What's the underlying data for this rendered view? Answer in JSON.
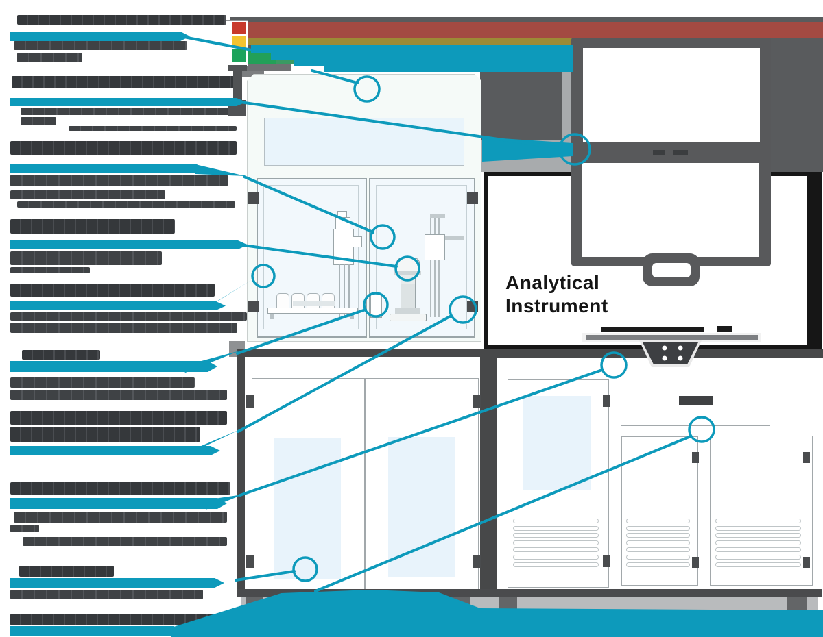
{
  "instrument": {
    "line1": "Analytical",
    "line2": "Instrument"
  },
  "colors": {
    "teal": "#0d9abb",
    "dark_band": "#595b5d",
    "red_stripe": "#a34a42",
    "tower_red": "#c8392b",
    "olive_stripe": "#9c8b36",
    "tower_amber": "#f3c32f",
    "tower_green": "#1ca35b",
    "green_step": "#3a9a63",
    "gray_step": "#6f7173",
    "light_gray": "#a8abad",
    "bench_frame": "#474849",
    "door_frame": "#a2a8ab",
    "panel_blue": "#e8f3fb",
    "enclosure_body": "#f5faf8",
    "glass": "#f2f8fc",
    "base_gray": "#b9bbbd",
    "black": "#161616",
    "redacted_text": "#3f4245"
  },
  "status_tower": {
    "lights": [
      "red-light",
      "amber-light",
      "green-light"
    ]
  },
  "labels": [
    {
      "name": "callout-1",
      "heading": [
        [
          25,
          22,
          305,
          14
        ]
      ],
      "subs": [
        [
          20,
          60,
          253,
          13
        ],
        [
          25,
          77,
          95,
          14
        ]
      ],
      "bar": [
        15,
        46,
        248,
        14
      ],
      "wedges": [
        "366,66 836,66 836,105 472,105 472,96 428,96 428,87 395,87 395,78 366,78"
      ],
      "lines": [
        [
          263,
          53,
          372,
          74
        ],
        [
          455,
          103,
          521,
          121
        ]
      ],
      "circle": [
        535,
        130,
        18
      ]
    },
    {
      "name": "callout-2",
      "heading": [
        [
          17,
          111,
          328,
          18
        ]
      ],
      "subs": [
        [
          30,
          157,
          313,
          11
        ],
        [
          30,
          171,
          52,
          12
        ],
        [
          100,
          184,
          245,
          7
        ]
      ],
      "bar": [
        15,
        143,
        330,
        12
      ],
      "wedges": [
        "703,200 835,209 835,228 703,236"
      ],
      "lines": [
        [
          350,
          149,
          817,
          216
        ]
      ],
      "circle": [
        838,
        218,
        22
      ]
    },
    {
      "name": "callout-3",
      "heading": [
        [
          15,
          206,
          330,
          20
        ]
      ],
      "subs": [
        [
          15,
          255,
          317,
          17
        ],
        [
          15,
          278,
          226,
          13
        ],
        [
          25,
          294,
          318,
          9
        ]
      ],
      "bar": [
        15,
        239,
        270,
        14
      ],
      "wedges": [
        "285,240 358,257 285,254"
      ],
      "lines": [
        [
          356,
          258,
          544,
          339
        ]
      ],
      "circle": [
        558,
        346,
        17
      ]
    },
    {
      "name": "callout-4",
      "heading": [
        [
          15,
          320,
          240,
          21
        ]
      ],
      "subs": [
        [
          15,
          367,
          221,
          20
        ],
        [
          15,
          390,
          116,
          9
        ]
      ],
      "bar": [
        15,
        351,
        332,
        13
      ],
      "wedges": [],
      "lines": [
        [
          355,
          358,
          578,
          389
        ]
      ],
      "circle": [
        594,
        392,
        17
      ]
    },
    {
      "name": "callout-5",
      "heading": [
        [
          15,
          414,
          298,
          19
        ]
      ],
      "subs": [
        [
          15,
          456,
          345,
          12
        ],
        [
          15,
          471,
          331,
          15
        ]
      ],
      "bar": [
        15,
        440,
        300,
        13
      ],
      "wedges": [
        "296,453 368,408 316,440"
      ],
      "lines": [],
      "circle": [
        384,
        403,
        16
      ]
    },
    {
      "name": "callout-6",
      "heading": [
        [
          32,
          511,
          114,
          14
        ]
      ],
      "subs": [
        [
          15,
          551,
          269,
          15
        ],
        [
          15,
          569,
          316,
          15
        ]
      ],
      "bar": [
        15,
        527,
        288,
        16
      ],
      "wedges": [
        "268,545 350,512 286,529"
      ],
      "lines": [
        [
          346,
          516,
          533,
          452
        ]
      ],
      "circle": [
        548,
        445,
        17
      ]
    },
    {
      "name": "callout-7",
      "heading": [
        [
          15,
          600,
          316,
          20
        ],
        [
          15,
          623,
          277,
          22
        ]
      ],
      "subs": [],
      "bar": [
        15,
        651,
        292,
        14
      ],
      "wedges": [
        "283,659 350,627 291,652"
      ],
      "lines": [
        [
          347,
          630,
          658,
          461
        ]
      ],
      "circle": [
        675,
        452,
        19
      ]
    },
    {
      "name": "callout-8",
      "heading": [
        [
          15,
          704,
          321,
          18
        ]
      ],
      "subs": [
        [
          20,
          747,
          311,
          16
        ],
        [
          15,
          766,
          42,
          11
        ],
        [
          33,
          784,
          298,
          13
        ]
      ],
      "bar": [
        15,
        727,
        302,
        16
      ],
      "wedges": [
        "300,744 354,722 306,729"
      ],
      "lines": [
        [
          350,
          723,
          878,
          540
        ]
      ],
      "circle": [
        895,
        533,
        18
      ]
    },
    {
      "name": "callout-9",
      "heading": [
        [
          28,
          826,
          138,
          16
        ]
      ],
      "subs": [
        [
          15,
          861,
          281,
          14
        ]
      ],
      "bar": [
        15,
        844,
        298,
        14
      ],
      "wedges": [],
      "lines": [
        [
          344,
          847,
          429,
          834
        ]
      ],
      "circle": [
        445,
        831,
        17
      ]
    },
    {
      "name": "callout-10",
      "heading": [
        [
          15,
          896,
          316,
          17
        ]
      ],
      "subs": [],
      "bar": [
        15,
        914,
        238,
        15
      ],
      "wedges": [
        "250,916 410,866 540,861 640,865 700,888 1200,891 1200,930 250,930"
      ],
      "lines": [
        [
          460,
          863,
          1007,
          637
        ]
      ],
      "circle": [
        1023,
        627,
        18
      ]
    }
  ],
  "grilles": [
    [
      748,
      757,
      125,
      72,
      7
    ],
    [
      913,
      757,
      93,
      72,
      7
    ],
    [
      1043,
      757,
      125,
      72,
      7
    ]
  ],
  "mount": {
    "outer": "932,497 1023,497 1005,536 950,536",
    "inner": "937,500 1018,500 1002,532 953,532",
    "dots": [
      [
        969,
        508
      ],
      [
        992,
        508
      ],
      [
        969,
        523
      ],
      [
        992,
        523
      ]
    ]
  }
}
